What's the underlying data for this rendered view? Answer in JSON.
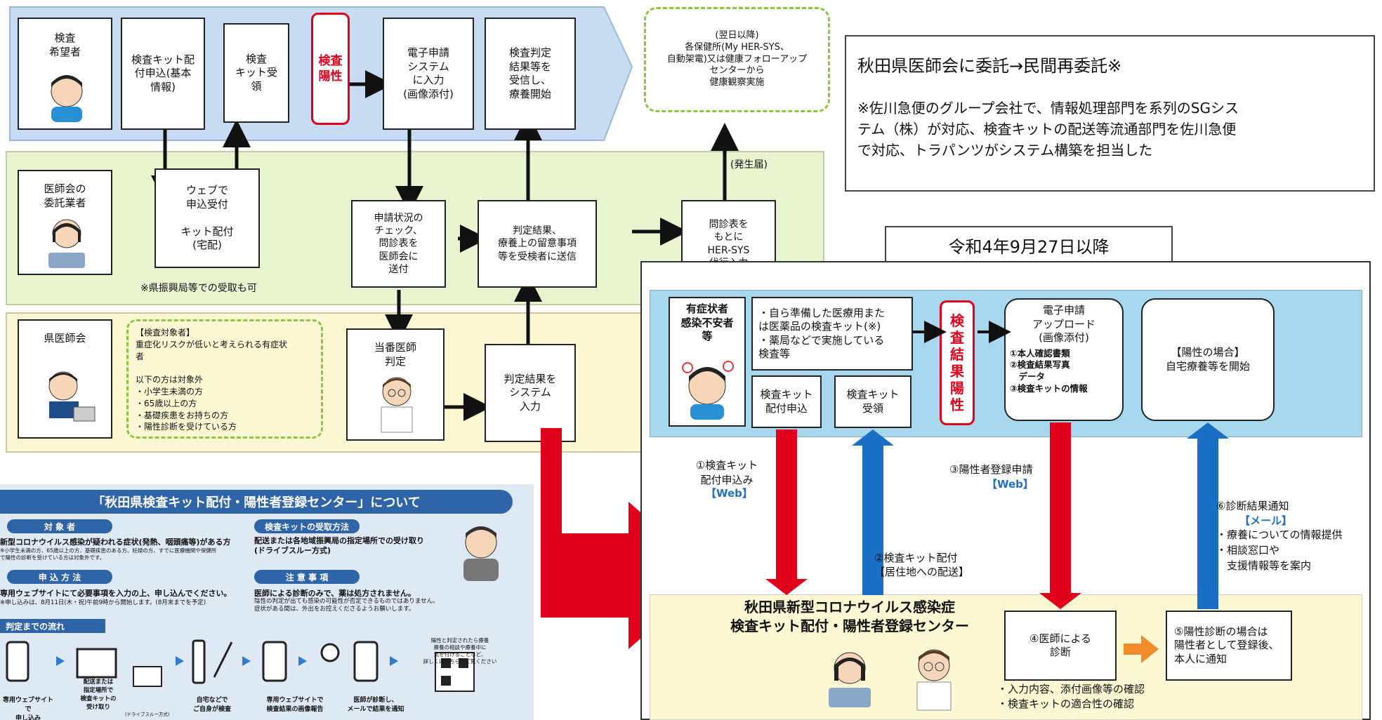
{
  "old_flow": {
    "boxes": {
      "applicant": "検査\n希望者",
      "kit_request": "検査キット配\n付申込(基本\n情報)",
      "kit_receive": "検査\nキット受\n領",
      "positive": "検査\n陽性",
      "e_apply": "電子申請\nシステム\nに入力\n(画像添付)",
      "result_receive": "検査判定\n結果等を\n受信し、\n療養開始",
      "health_center": "(翌日以降)\n各保健所(My HER-SYS、\n自動架電)又は健康フォローアップ\nセンターから\n健康観察実施",
      "contractor": "医師会の\n委託業者",
      "web_accept": "ウェブで\n申込受付\n\nキット配付\n(宅配)",
      "check_status": "申請状況の\nチェック、\n問診表を\n医師会に\n送付",
      "judge_result": "判定結果、\n療養上の留意事項\n等を受検者に送信",
      "hersys": "問診表を\nもとに\nHER-SYS\n代行入力",
      "medical_assoc": "県医師会",
      "duty_doctor": "当番医師\n判定",
      "system_input": "判定結果を\nシステム\n入力"
    },
    "target_note": "【検査対象者】\n重症化リスクが低いと考えられる有症状\n者\n\n以下の方は対象外\n・小学生未満の方\n・65歳以上の方\n・基礎疾患をお持ちの方\n・陽性診断を受けている方",
    "office_note": "※県振興局等での受取も可",
    "report_label": "(発生届)"
  },
  "commission_note": {
    "title": "秋田県医師会に委託→民間再委託※",
    "body": "※佐川急便のグループ会社で、情報処理部門を系列のSGシス\nテム（株）が対応、検査キットの配送等流通部門を佐川急便\nで対応、トラパンツがシステム構築を担当した"
  },
  "date_label": "令和4年9月27日以降",
  "new_flow": {
    "symptom_box": "有症状者\n感染不安者\n等",
    "source_box": "・自ら準備した医療用また\nは医薬品の検査キット(※)\n・薬局などで実施している\n検査等",
    "kit_request_box": "検査キット\n配付申込",
    "kit_receive_box": "検査キット\n受領",
    "positive_box": "検\n査\n結\n果\n陽\n性",
    "e_apply_title": "電子申請\nアップロード\n(画像添付)",
    "e_apply_items": "①本人確認書類\n②検査結果写真\n　データ\n③検査キットの情報",
    "positive_case": "【陽性の場合】\n自宅療養等を開始",
    "step1": "①検査キット\n配付申込み",
    "step1_tag": "【Web】",
    "step2": "②検査キット配付\n【居住地への配送】",
    "step3": "③陽性者登録申請",
    "step3_tag": "【Web】",
    "step6": "⑥診断結果通知",
    "step6_tag": "【メール】",
    "step6_items": "・療養についての情報提供\n・相談窓口や\n　支援情報等を案内",
    "center_name": "秋田県新型コロナウイルス感染症\n検査キット配付・陽性者登録センター",
    "step4": "④医師による\n診断",
    "step5": "⑤陽性診断の場合は\n陽性者として登録後、\n本人に通知",
    "checks": "・入力内容、添付画像等の確認\n・検査キットの適合性の確認"
  },
  "flyer": {
    "title": "「秋田県検査キット配付・陽性者登録センター」について",
    "target_head": "対 象 者",
    "target_text": "新型コロナウイルス感染が疑われる症状(発熱、咽頭痛等)がある方",
    "target_sub": "※小学生未満の方、65歳以上の方、基礎疾患のある方、妊婦の方、すでに医療機関や保健所\nで陽性の診断を受けている方は対象外です。",
    "apply_head": "申 込 方 法",
    "apply_text": "専用ウェブサイトにて必要事項を入力の上、申し込んでください。",
    "apply_sub": "※申し込みは、8月11日(木・祝)午前9時から開始します。(8月末までを予定)",
    "receive_head": "検査キットの受取方法",
    "receive_text": "配送または各地域振興局の指定場所での受け取り\n(ドライブスルー方式)",
    "caution_head": "注 意 事 項",
    "caution_text": "医師による診断のみで、薬は処方されません。",
    "caution_sub": "陰性の判定が出ても感染の可能性が否定できるものではありません。\n症状がある間は、外出をお控えくださるようお願いします。",
    "flow_head": "判定までの流れ",
    "flow_steps": [
      "専用ウェブサイトで\n申し込み",
      "配送または\n指定場所で\n検査キットの\n受け取り",
      "(ドライブスルー方式)",
      "自宅などで\nご自身が検査",
      "専用ウェブサイトで\n検査結果の画像報告",
      "医師が診断し、\nメールで結果を通知"
    ],
    "flow_end": "陽性と判定されたら療養\n療養の相談や療養中に\n気を付けることなど、\n詳しくはこちらでご覧ください"
  },
  "colors": {
    "blue_band": "#c7dcf2",
    "green_band": "#e8f3cf",
    "yellow_band": "#fbf8d3",
    "light_blue": "#a8d8f0",
    "red": "#e0001b",
    "blue_arrow": "#1a6fc4",
    "orange_arrow": "#f28c28"
  }
}
